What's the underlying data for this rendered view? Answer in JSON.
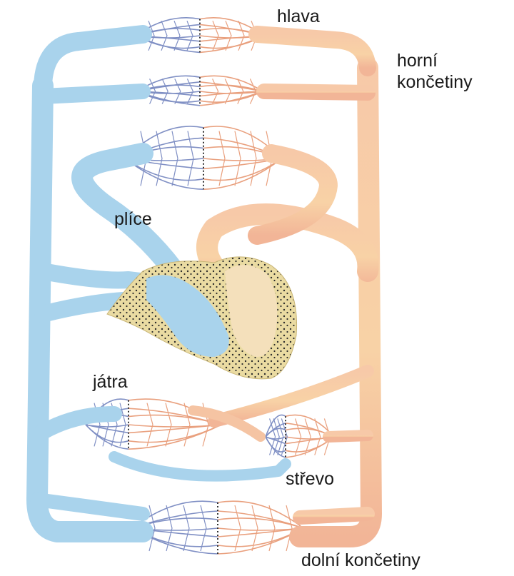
{
  "labels": {
    "head": "hlava",
    "upper_limbs_line1": "horní",
    "upper_limbs_line2": "končetiny",
    "lungs": "plíce",
    "liver": "játra",
    "intestine": "střevo",
    "lower_limbs": "dolní končetiny"
  },
  "colors": {
    "venous": "#a9d3ec",
    "arterial": "#f5c4a3",
    "capillary_venous": "#7f8fc4",
    "capillary_arterial": "#e9a07e",
    "heart": "#eadba2",
    "heart_dots": "#2b2b2b"
  }
}
